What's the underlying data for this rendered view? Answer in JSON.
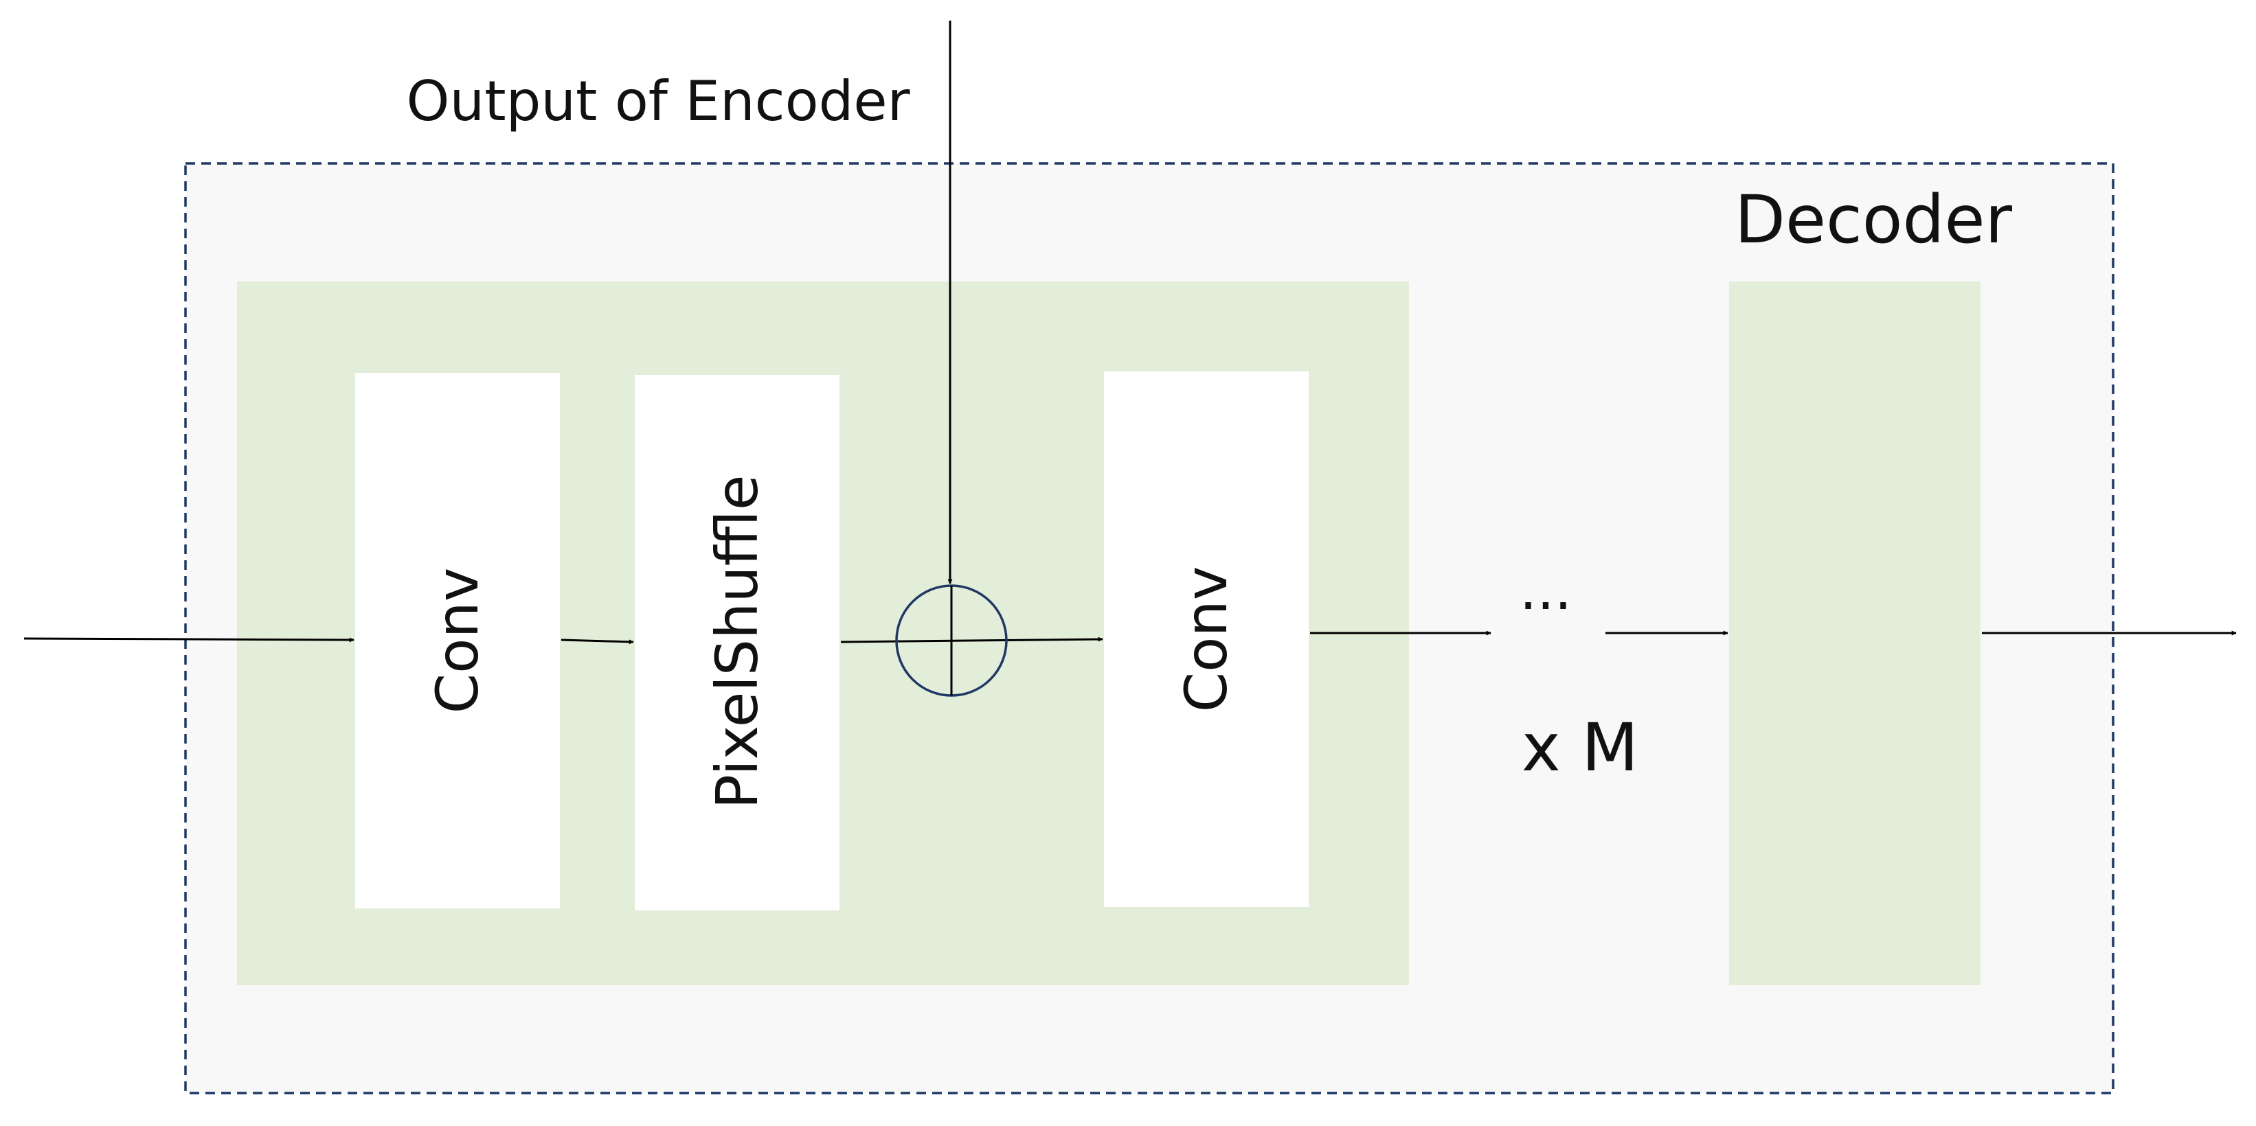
{
  "diagram": {
    "input_label": "Output of Encoder",
    "container_label": "Decoder",
    "blocks": {
      "conv_1": "Conv",
      "pixelshuffle": "PixelShuffle",
      "conv_2": "Conv"
    },
    "ellipsis": "···",
    "repeat_label": "x M"
  },
  "colors": {
    "container_border": "#1f3864",
    "container_fill": "#f8f8f8",
    "block_group_fill": "#e2eed9",
    "block_fill": "#ffffff",
    "circle_stroke": "#1f3864",
    "arrow": "#000000"
  }
}
